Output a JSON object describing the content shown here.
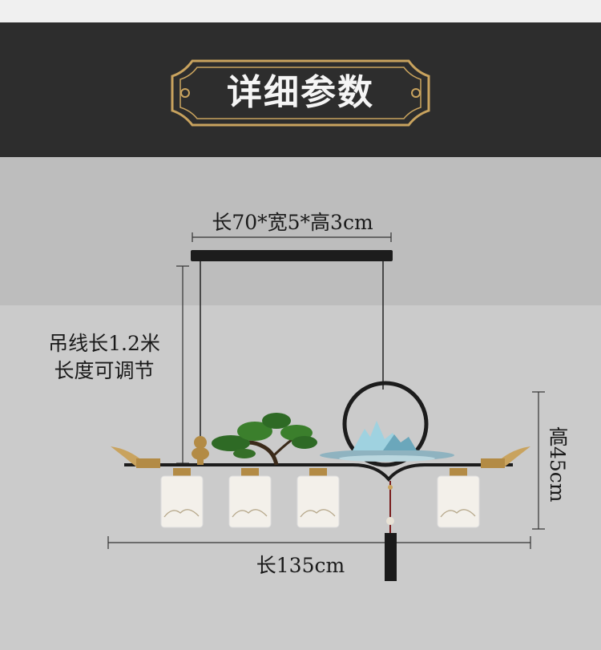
{
  "header": {
    "title": "详细参数"
  },
  "dimensions": {
    "canopy": "长70*宽5*高3cm",
    "cord_line1": "吊线长1.2米",
    "cord_line2": "长度可调节",
    "height": "高45cm",
    "length": "长135cm"
  },
  "colors": {
    "header_bg": "#2d2d2d",
    "gold": "#c9a35e",
    "title_text": "#f5f5f5",
    "lamp_shade": "#f3f0ea"
  }
}
